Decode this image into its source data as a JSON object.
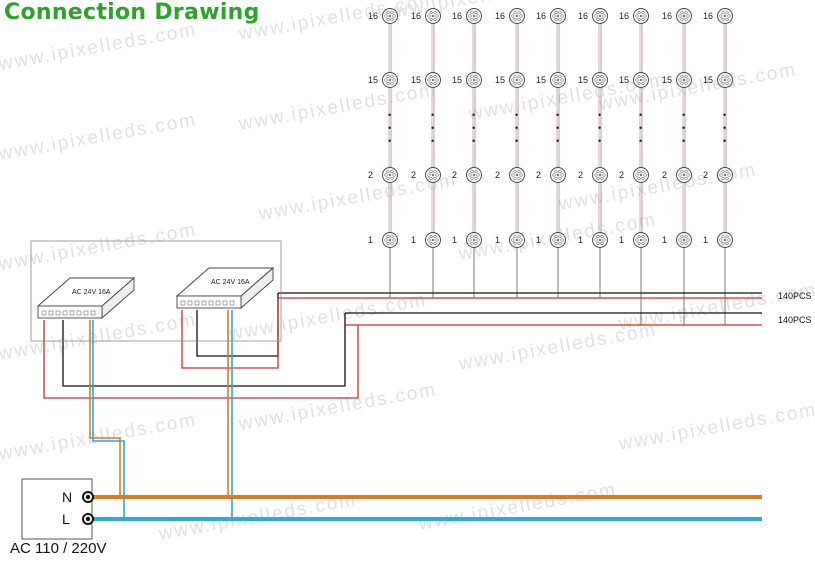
{
  "title": "Connection Drawing",
  "watermark": "www.ipixelleds.com",
  "power_input": {
    "label": "AC 110 / 220V",
    "neutral": "N",
    "live": "L"
  },
  "power_supplies": [
    {
      "label": "AC 24V 16A"
    },
    {
      "label": "AC 24V 16A"
    }
  ],
  "module_grid": {
    "columns": 9,
    "row_numbers": [
      "16",
      "15",
      "2",
      "1"
    ],
    "continuation_symbol": "•"
  },
  "output_lines": [
    {
      "label": "140PCS"
    },
    {
      "label": "140PCS"
    }
  ],
  "colors": {
    "title": "#2aa52a",
    "neutral_wire": "#e07a1a",
    "live_wire": "#29a9dd",
    "positive_wire": "#d42a2a",
    "negative_wire": "#111111",
    "module_wire": "#c99aa0"
  }
}
